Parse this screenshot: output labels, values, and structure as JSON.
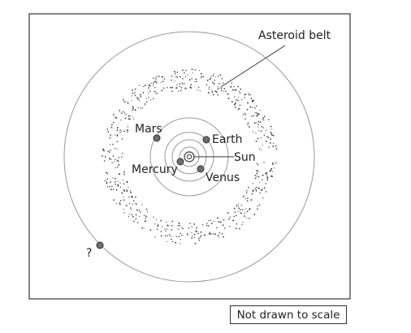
{
  "labels": {
    "asteroid_belt": "Asteroid belt",
    "mars": "Mars",
    "earth": "Earth",
    "sun": "Sun",
    "mercury": "Mercury",
    "venus": "Venus",
    "unknown": "?"
  },
  "note": "Not drawn to scale",
  "colors": {
    "outline": "#333333",
    "orbit": "#999999",
    "planet_fill": "#6e6e6e",
    "asteroid": "#333333",
    "text": "#222222"
  }
}
